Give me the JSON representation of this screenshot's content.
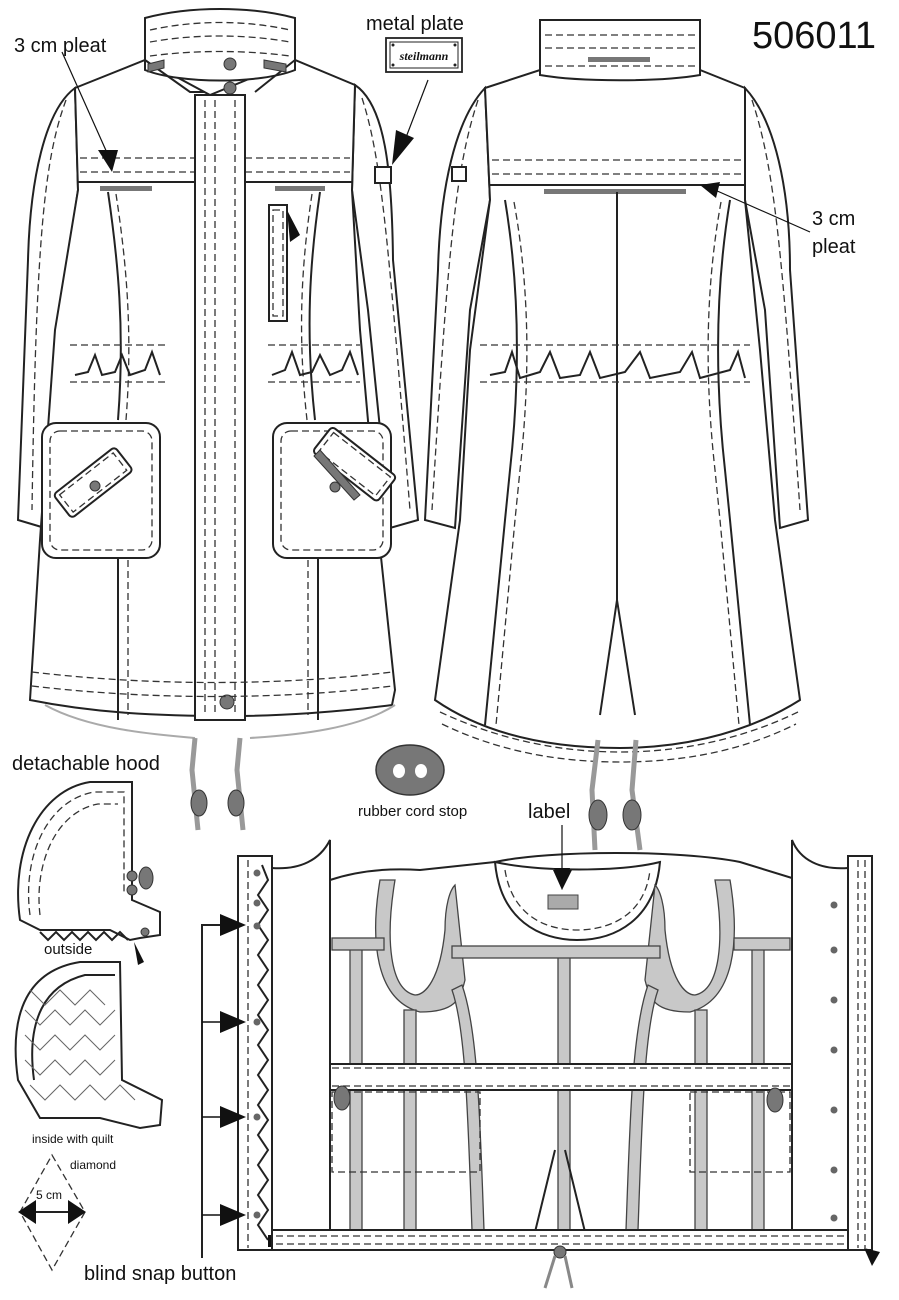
{
  "labels": {
    "model_number": "506011",
    "metal_plate": "metal plate",
    "metal_plate_brand": "steilmann",
    "pleat_front": "3 cm pleat",
    "pleat_back_line1": "3 cm",
    "pleat_back_line2": "pleat",
    "detachable_hood": "detachable hood",
    "outside": "outside",
    "inside_with_quilt": "inside with quilt",
    "diamond": "diamond",
    "diamond_size": "5 cm",
    "rubber_cord_stop": "rubber cord stop",
    "label": "label",
    "blind_snap_button": "blind snap button"
  }
}
